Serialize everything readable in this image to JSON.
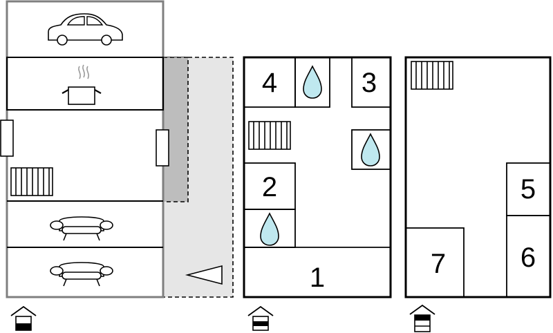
{
  "colors": {
    "wall_ground": "#7f7f7f",
    "wall_floor": "#000000",
    "terrace": "#e6e6e6",
    "terrace_roof": "#bdbdbd",
    "water": "#bfe8ef",
    "background": "#ffffff"
  },
  "plans": [
    {
      "level": "ground",
      "icons": [
        "car-icon",
        "cooking-pot-icon",
        "radiator-icon",
        "sofa-icon",
        "sofa-icon",
        "floor-indicator-icon",
        "terrace-direction-icon"
      ]
    },
    {
      "level": "first",
      "rooms": [
        {
          "number": "4",
          "type": "room"
        },
        {
          "number": "3",
          "type": "room"
        },
        {
          "number": "2",
          "type": "room"
        },
        {
          "number": "1",
          "type": "room"
        }
      ],
      "icons": [
        "water-drop-icon",
        "water-drop-icon",
        "water-drop-icon",
        "radiator-icon",
        "floor-indicator-icon"
      ]
    },
    {
      "level": "second",
      "rooms": [
        {
          "number": "5",
          "type": "room"
        },
        {
          "number": "6",
          "type": "room"
        },
        {
          "number": "7",
          "type": "room"
        }
      ],
      "icons": [
        "radiator-icon",
        "floor-indicator-icon"
      ]
    }
  ]
}
